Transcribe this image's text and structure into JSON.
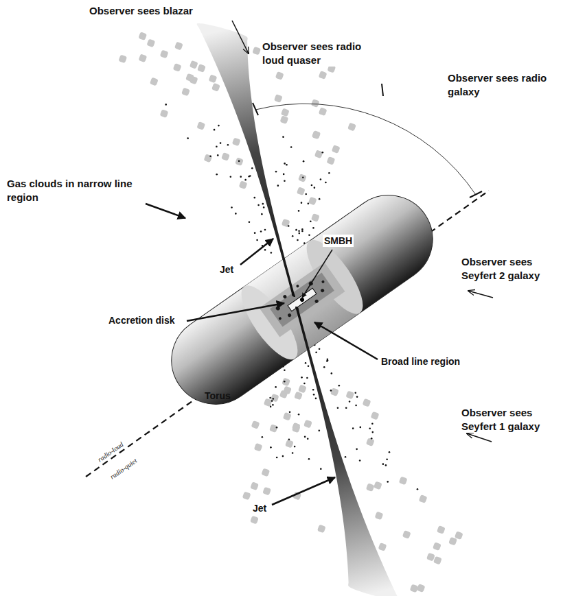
{
  "diagram": {
    "labels": [
      "Observer sees blazar",
      "Observer sees radio loud quaser",
      "Observer sees radio galaxy",
      "Gas clouds in narrow line region",
      "SMBH",
      "Observer sees Seyfert 2 galaxy",
      "Jet",
      "Accretion disk",
      "Torus",
      "Broad line region",
      "Observer sees Seyfert 1 galaxy",
      "radio-loud",
      "radio-quiet",
      "Jet"
    ]
  }
}
